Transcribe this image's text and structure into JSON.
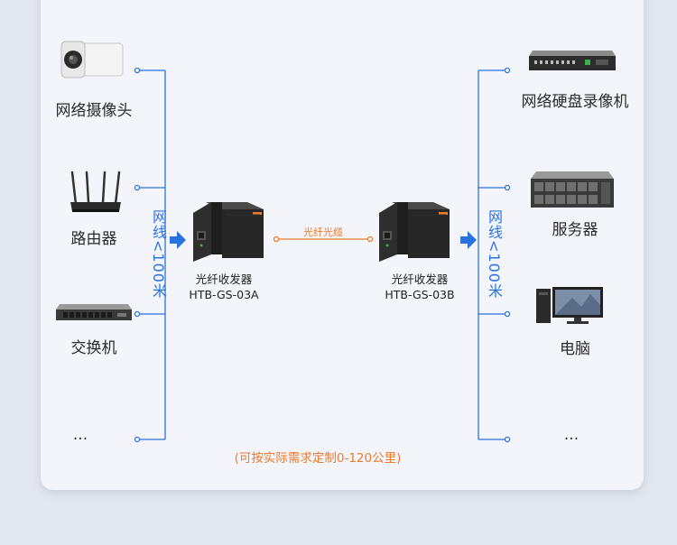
{
  "left_devices": [
    {
      "label": "网络摄像头",
      "icon": "ip-camera-icon"
    },
    {
      "label": "路由器",
      "icon": "router-icon"
    },
    {
      "label": "交换机",
      "icon": "network-switch-icon"
    },
    {
      "label": "...",
      "icon": ""
    }
  ],
  "right_devices": [
    {
      "label": "网络硬盘录像机",
      "icon": "nvr-icon"
    },
    {
      "label": "服务器",
      "icon": "server-icon"
    },
    {
      "label": "电脑",
      "icon": "desktop-computer-icon"
    },
    {
      "label": "...",
      "icon": ""
    }
  ],
  "cable_left": "网线<100米",
  "cable_right": "网线<100米",
  "converter_a": {
    "title": "光纤收发器",
    "model": "HTB-GS-03A"
  },
  "converter_b": {
    "title": "光纤收发器",
    "model": "HTB-GS-03B"
  },
  "fiber_label": "光纤光缆",
  "footnote": "(可按实际需求定制0-120公里)",
  "colors": {
    "line_blue": "#2a72e0",
    "accent_orange": "#ee7a2a"
  }
}
